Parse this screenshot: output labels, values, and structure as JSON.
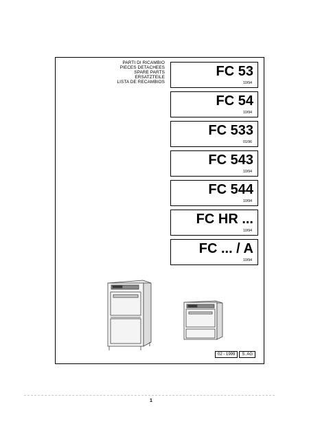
{
  "headers": [
    "PARTI DI RICAMBIO",
    "PIECES DETACHEES",
    "SPARE PARTS",
    "ERSATZTEILE",
    "LISTA DE RECAMBIOS"
  ],
  "models": [
    {
      "name": "FC 53",
      "date": "10/94"
    },
    {
      "name": "FC 54",
      "date": "10/94"
    },
    {
      "name": "FC 533",
      "date": "01/96"
    },
    {
      "name": "FC 543",
      "date": "10/94"
    },
    {
      "name": "FC 544",
      "date": "10/94"
    },
    {
      "name": "FC HR ...",
      "date": "10/94"
    },
    {
      "name": "FC ... / A",
      "date": "10/94"
    }
  ],
  "edition": {
    "date": "02 - 1999",
    "code": "S. AG"
  },
  "page_number": "1",
  "illustrations": [
    "dishwasher-tall",
    "dishwasher-compact"
  ]
}
